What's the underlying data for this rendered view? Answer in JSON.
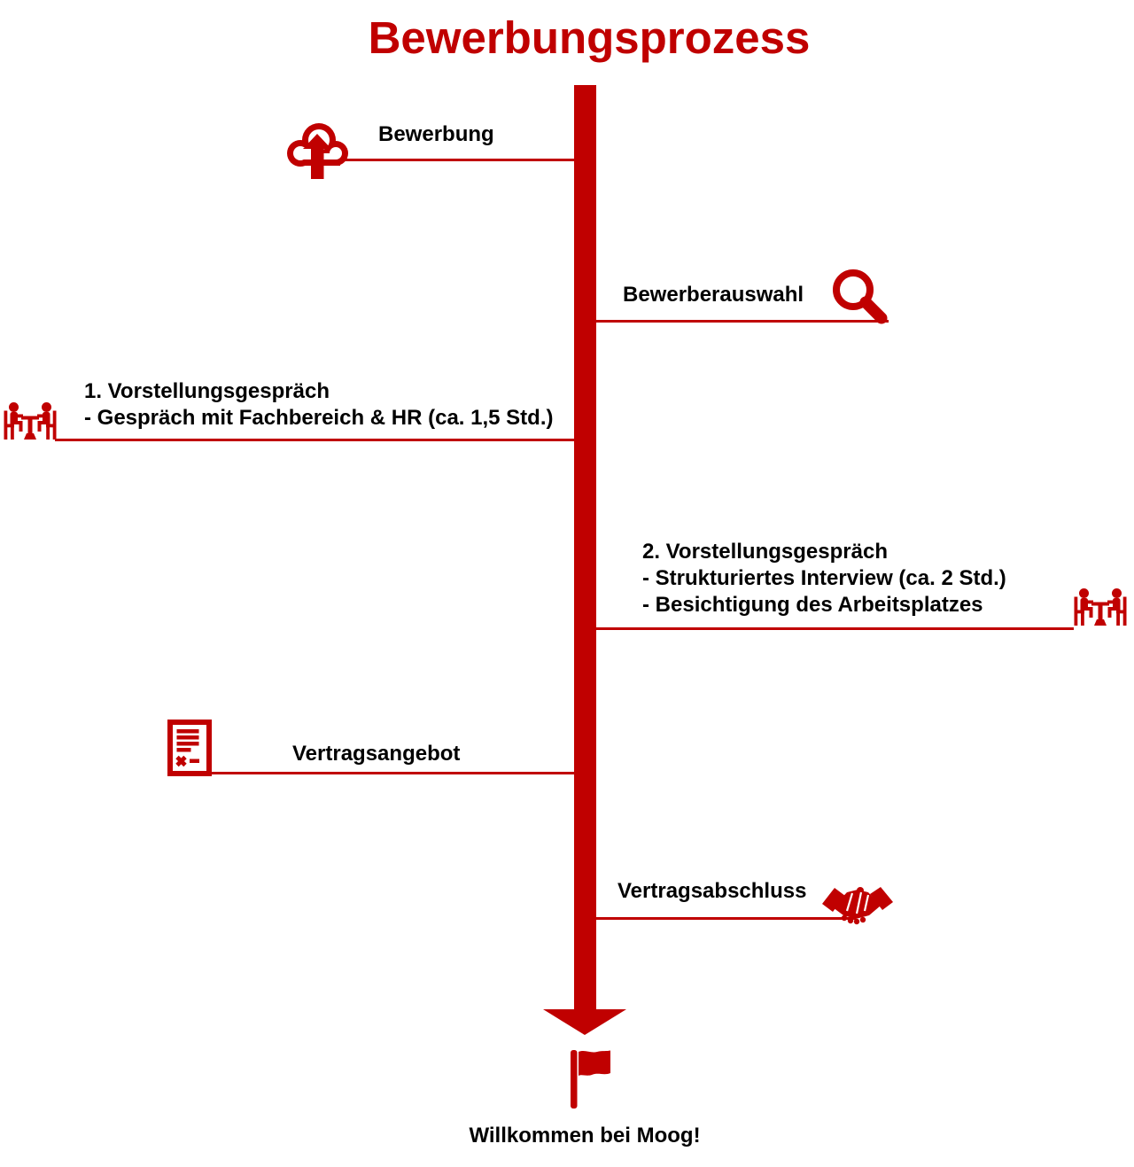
{
  "title": "Bewerbungsprozess",
  "colors": {
    "accent": "#C00000",
    "text": "#000000",
    "background": "#FFFFFF"
  },
  "timeline": {
    "shape": "vertical-arrow-down"
  },
  "steps": [
    {
      "side": "left",
      "icon": "cloud-upload-icon",
      "label": "Bewerbung"
    },
    {
      "side": "right",
      "icon": "magnifier-icon",
      "label": "Bewerberauswahl"
    },
    {
      "side": "left",
      "icon": "interview-icon",
      "lines": [
        "1. Vorstellungsgespräch",
        "- Gespräch mit Fachbereich & HR (ca. 1,5 Std.)"
      ]
    },
    {
      "side": "right",
      "icon": "interview-icon",
      "lines": [
        "2. Vorstellungsgespräch",
        "- Strukturiertes Interview (ca. 2 Std.)",
        "- Besichtigung des Arbeitsplatzes"
      ]
    },
    {
      "side": "left",
      "icon": "contract-icon",
      "label": "Vertragsangebot"
    },
    {
      "side": "right",
      "icon": "handshake-icon",
      "label": "Vertragsabschluss"
    }
  ],
  "finish": {
    "icon": "flag-icon",
    "label": "Willkommen bei Moog!"
  }
}
